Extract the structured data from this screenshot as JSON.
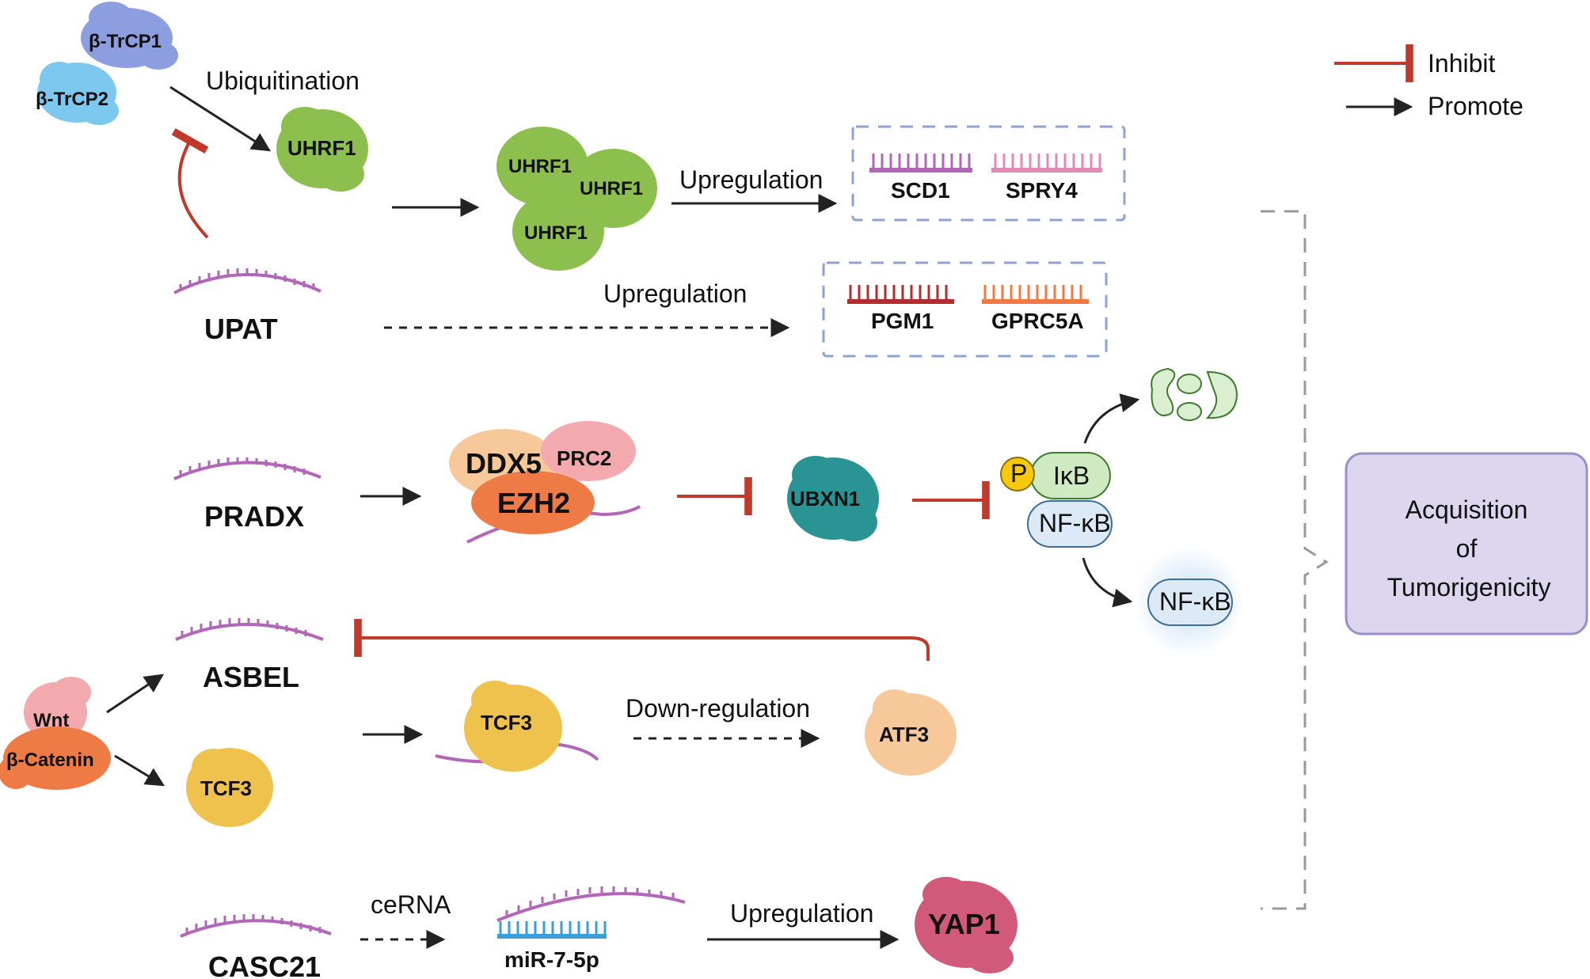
{
  "legend": {
    "inhibit": "Inhibit",
    "promote": "Promote"
  },
  "proteins": {
    "btrcp1": "β-TrCP1",
    "btrcp2": "β-TrCP2",
    "uhrf1": "UHRF1",
    "ddx5": "DDX5",
    "prc2": "PRC2",
    "ezh2": "EZH2",
    "ubxn1": "UBXN1",
    "ikb": "IκB",
    "p": "P",
    "nfkb": "NF-κB",
    "wnt": "Wnt",
    "bcatenin": "β-Catenin",
    "tcf3": "TCF3",
    "atf3": "ATF3",
    "yap1": "YAP1"
  },
  "lncrnas": {
    "upat": "UPAT",
    "pradx": "PRADX",
    "asbel": "ASBEL",
    "casc21": "CASC21"
  },
  "genes": {
    "scd1": "SCD1",
    "spry4": "SPRY4",
    "pgm1": "PGM1",
    "gprc5a": "GPRC5A",
    "mir": "miR-7-5p"
  },
  "edges": {
    "ubiquitination": "Ubiquitination",
    "upregulation": "Upregulation",
    "downregulation": "Down-regulation",
    "cerna": "ceRNA"
  },
  "outcome": {
    "line1": "Acquisition",
    "line2": "of",
    "line3": "Tumorigenicity"
  },
  "colors": {
    "inhibit": "#c0392b",
    "promote": "#222222",
    "rna": "#b266b8",
    "uhrf1": "#8dbf4e",
    "outcome_fill": "#dcd6ee",
    "outcome_stroke": "#9b8fc7"
  }
}
